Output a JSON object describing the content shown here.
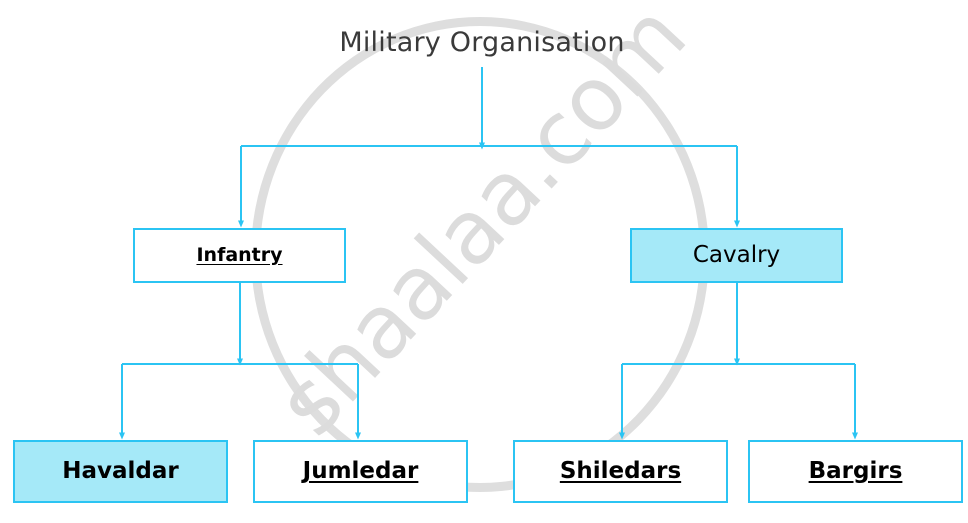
{
  "diagram": {
    "type": "org-chart",
    "title": "Military Organisation",
    "root": {
      "id": "military-organisation",
      "label": "Military Organisation",
      "style": {
        "fill": "none",
        "border": "none",
        "bold": false,
        "underline": false
      }
    },
    "branches": [
      {
        "id": "infantry",
        "label": "Infantry",
        "style": {
          "fill": "#ffffff",
          "border": "#2bc4f3",
          "bold": true,
          "underline": true
        },
        "children": [
          {
            "id": "havaldar",
            "label": "Havaldar",
            "style": {
              "fill": "#a5e9f8",
              "border": "#2bc4f3",
              "bold": true,
              "underline": false
            }
          },
          {
            "id": "jumledar",
            "label": "Jumledar",
            "style": {
              "fill": "#ffffff",
              "border": "#2bc4f3",
              "bold": true,
              "underline": true
            }
          }
        ]
      },
      {
        "id": "cavalry",
        "label": "Cavalry",
        "style": {
          "fill": "#a5e9f8",
          "border": "#2bc4f3",
          "bold": false,
          "underline": false
        },
        "children": [
          {
            "id": "shiledars",
            "label": "Shiledars",
            "style": {
              "fill": "#ffffff",
              "border": "#2bc4f3",
              "bold": true,
              "underline": true
            }
          },
          {
            "id": "bargirs",
            "label": "Bargirs",
            "style": {
              "fill": "#ffffff",
              "border": "#2bc4f3",
              "bold": true,
              "underline": true
            }
          }
        ]
      }
    ]
  },
  "colors": {
    "connector": "#2bc4f3",
    "node_border": "#2bc4f3",
    "node_fill_cyan": "#a5e9f8",
    "node_fill_white": "#ffffff",
    "title_text": "#3a3a3a",
    "body_text": "#000000",
    "watermark": "#dcdcdc",
    "page_background": "#ffffff"
  },
  "watermark": {
    "text": "shaalaa.com",
    "shape": "circle-outline"
  }
}
